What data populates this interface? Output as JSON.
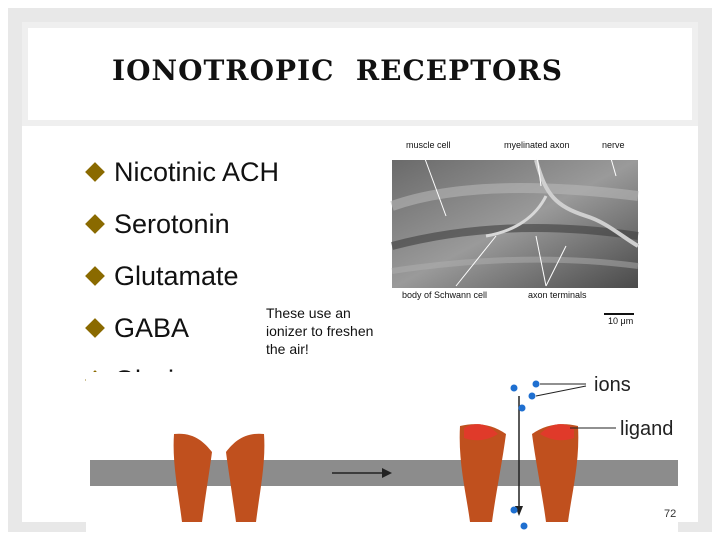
{
  "slide": {
    "title": "IONOTROPIC  RECEPTORS",
    "bullets": [
      "Nicotinic ACH",
      "Serotonin",
      "Glutamate",
      "GABA",
      "Glycine"
    ],
    "caption": "These use an ionizer to freshen the air!",
    "page_number": "72"
  },
  "micrograph": {
    "labels": {
      "muscle_cell": "muscle cell",
      "myelinated_axon": "myelinated axon",
      "nerve": "nerve",
      "body_of_schwann_cell": "body of Schwann cell",
      "axon_terminals": "axon terminals",
      "scale": "10 μm"
    }
  },
  "diagram": {
    "labels": {
      "ions": "ions",
      "ligand": "ligand"
    }
  },
  "colors": {
    "bullet": "#8a6a00",
    "receptor": "#c0501e",
    "ligand": "#e03a2a",
    "ion": "#1e6fd0",
    "membrane": "#8c8c8c"
  }
}
